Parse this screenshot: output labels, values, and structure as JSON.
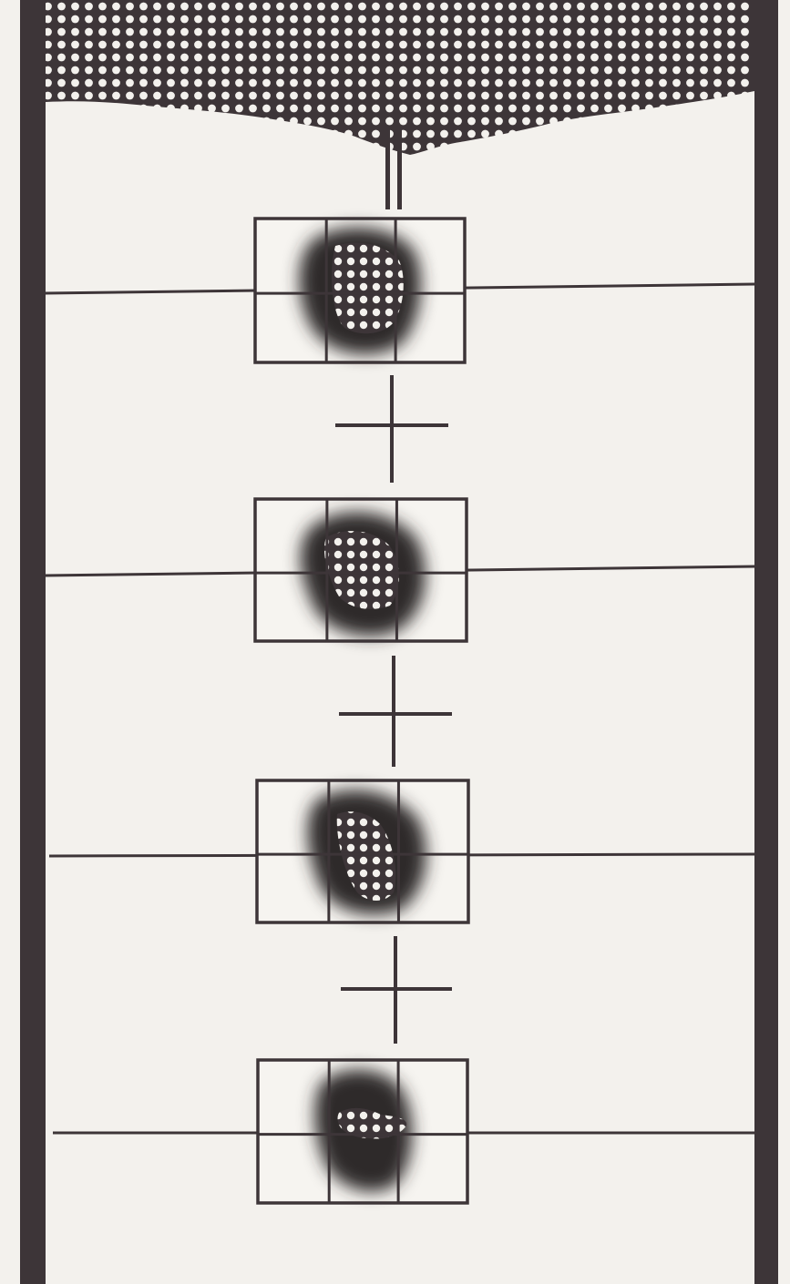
{
  "figure": {
    "panel_count": 4,
    "separator_count": 3,
    "patterns": {
      "top_band": "dot-screen",
      "blob_core": "dot-screen"
    },
    "colors": {
      "ink": "#3d3538",
      "paper": "#f3f1ed",
      "shadow": "#2f2a2c"
    }
  }
}
